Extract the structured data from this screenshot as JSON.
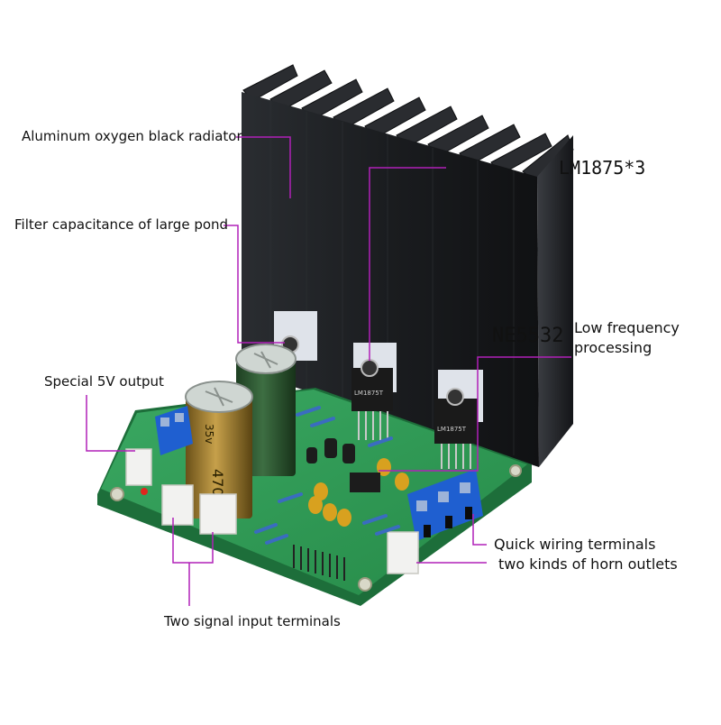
{
  "labels": {
    "radiator": "Aluminum oxygen black radiator",
    "filter_cap": "Filter capacitance of large pond",
    "lm1875": "LM1875*3",
    "ne5532": "NE5532",
    "low_freq_line1": "Low frequency",
    "low_freq_line2": "processing",
    "special_5v": "Special 5V output",
    "quick_wiring_line1": "Quick wiring terminals",
    "quick_wiring_line2": "two kinds of horn outlets",
    "signal_input": "Two signal input terminals"
  },
  "component_marks": {
    "capacitor_front": "4700",
    "capacitor_voltage": "35v",
    "chip_marking": "LM1875T"
  },
  "colors": {
    "callout_line": "#b020b8",
    "pcb": "#2f9a55",
    "heatsink": "#1b1d20",
    "terminal_blue": "#1f5fd0",
    "capacitor_body": "#2f5a35",
    "capacitor_sleeve": "#9a7a2a"
  }
}
